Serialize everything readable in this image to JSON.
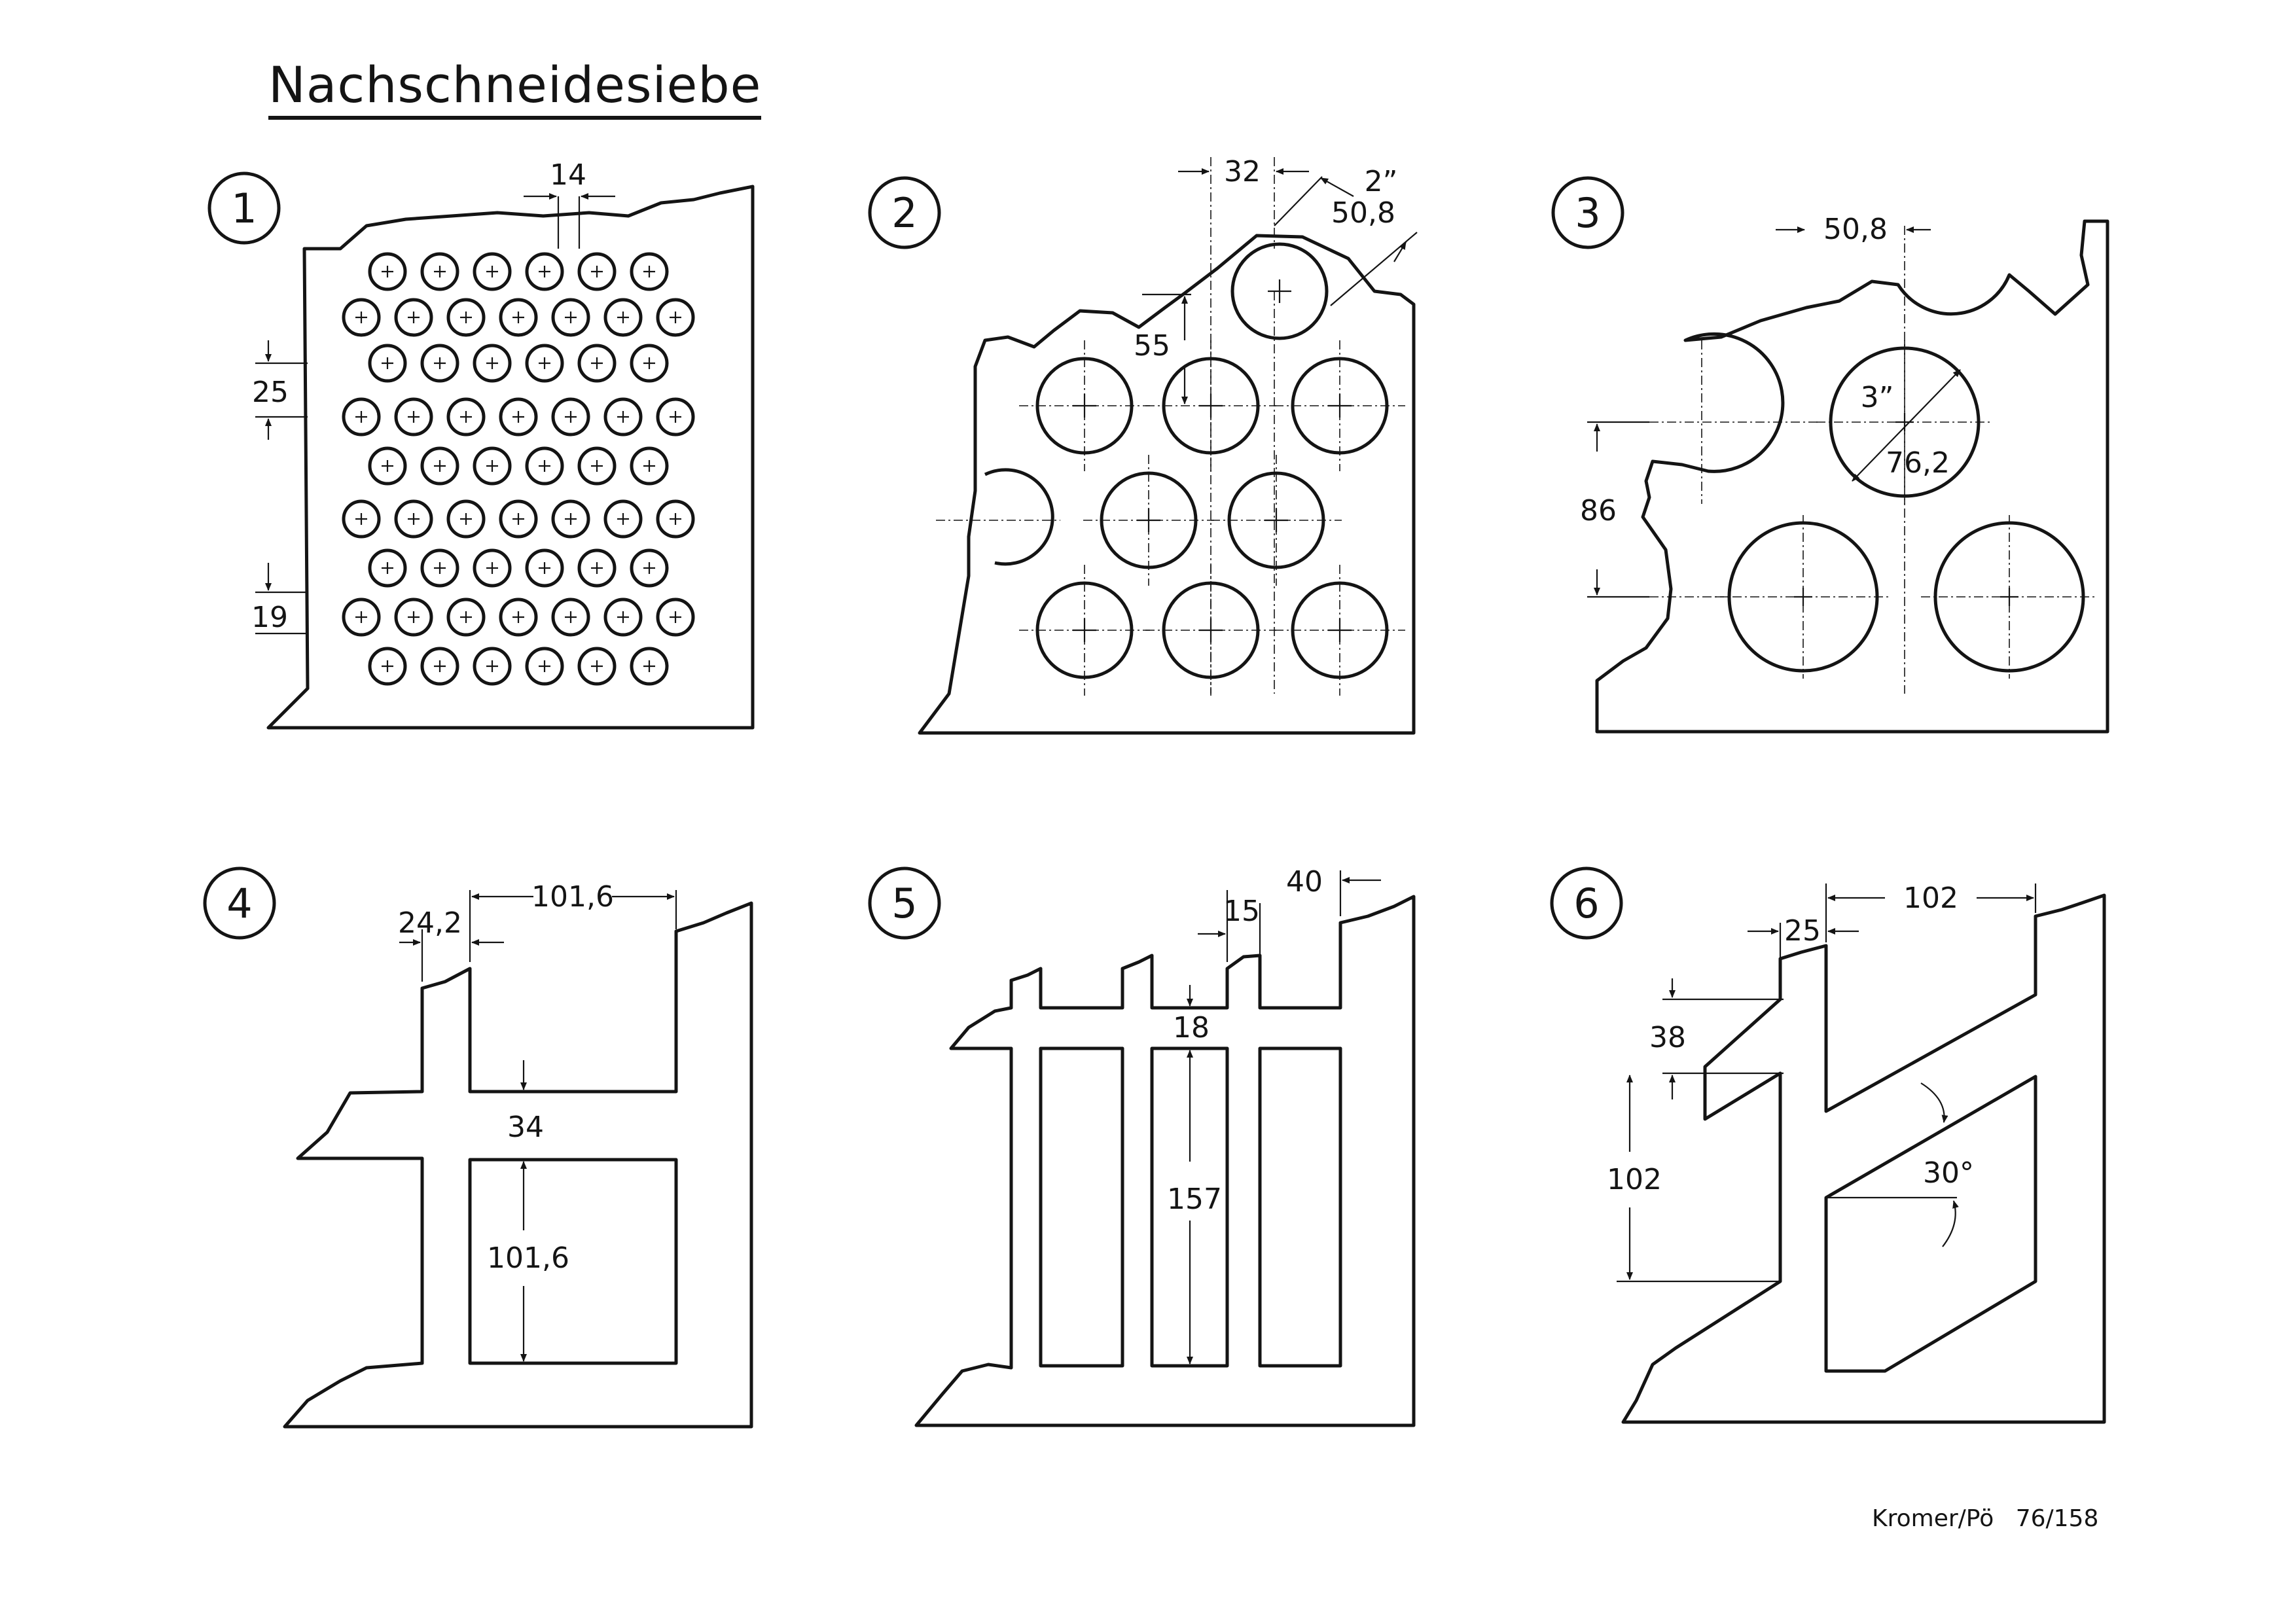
{
  "title": "Nachschneidesiebe",
  "footer": {
    "author": "Kromer/Pö",
    "code": "76/158"
  },
  "panels": [
    {
      "number": "1",
      "dims": [
        "14",
        "25",
        "19"
      ]
    },
    {
      "number": "2",
      "dims": [
        "32",
        "2”",
        "50,8",
        "55"
      ]
    },
    {
      "number": "3",
      "dims": [
        "50,8",
        "3”",
        "76,2",
        "86"
      ]
    },
    {
      "number": "4",
      "dims": [
        "24,2",
        "101,6",
        "34",
        "101,6"
      ]
    },
    {
      "number": "5",
      "dims": [
        "15",
        "40",
        "18",
        "157"
      ]
    },
    {
      "number": "6",
      "dims": [
        "25",
        "102",
        "38",
        "102",
        "30°"
      ]
    }
  ]
}
